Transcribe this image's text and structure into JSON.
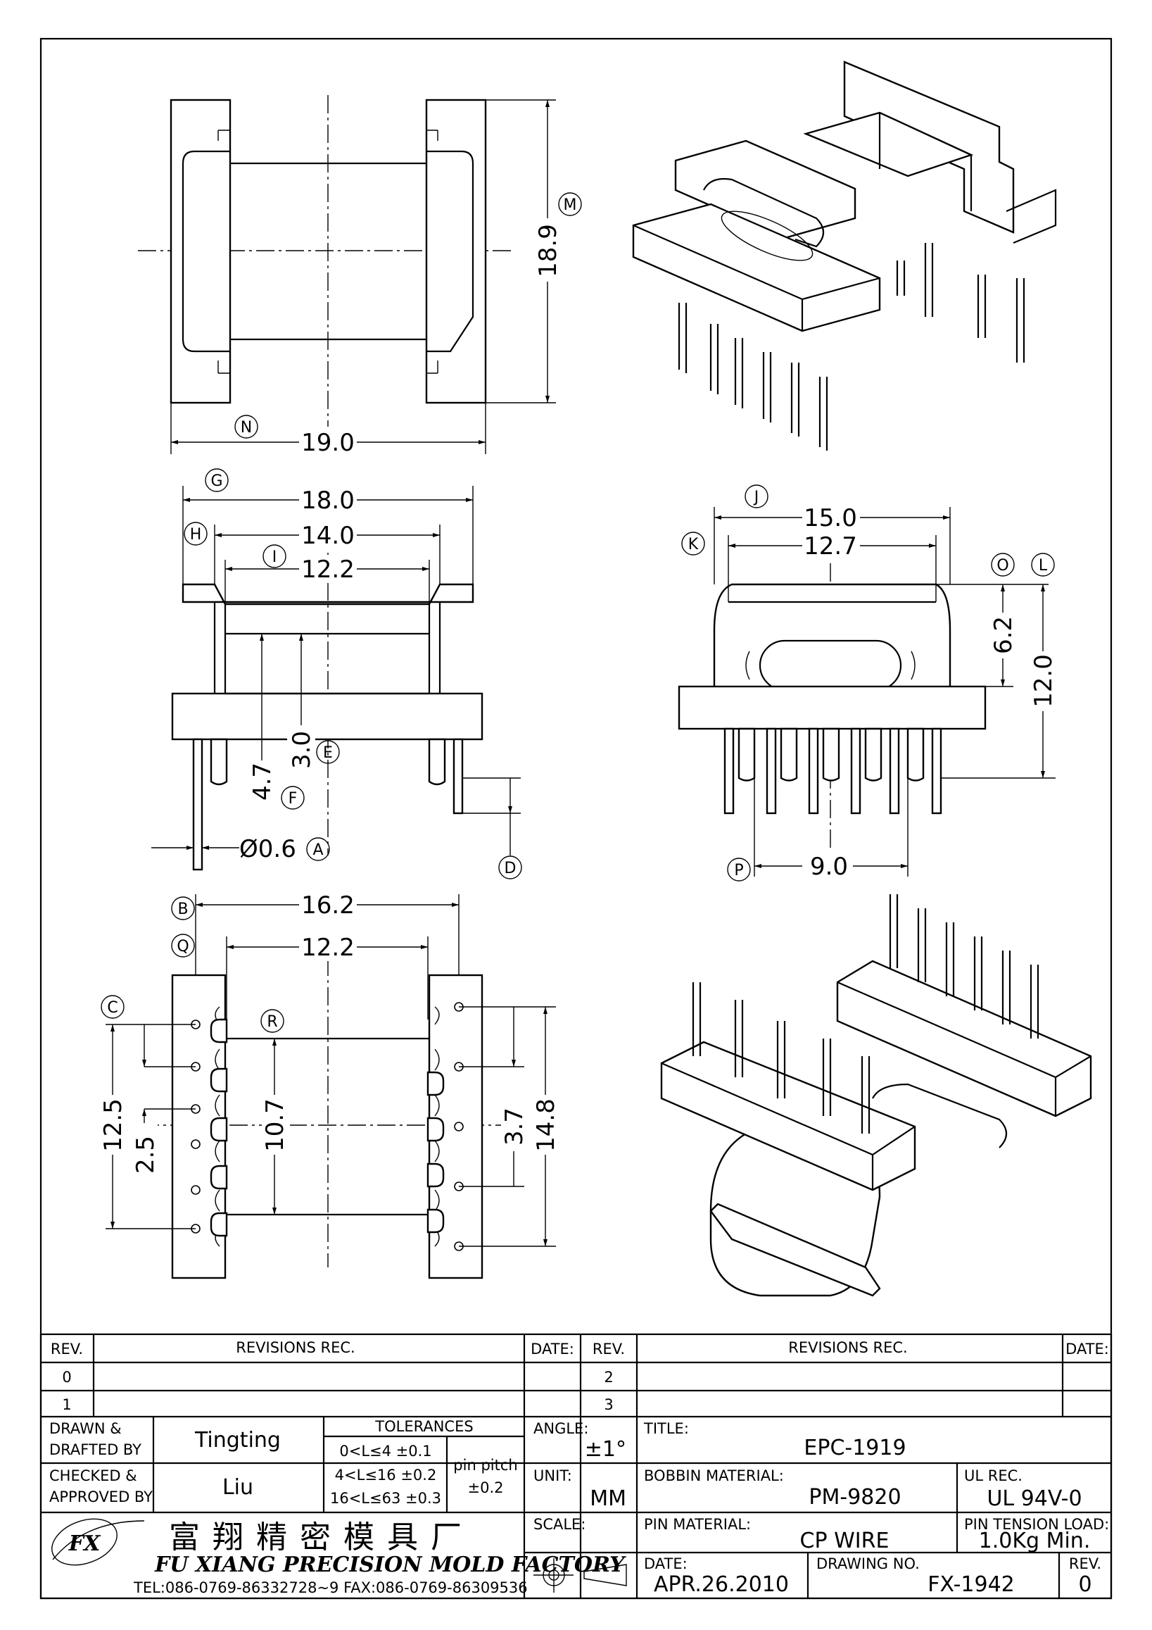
{
  "top_view": {
    "width": "19.0",
    "height": "18.9",
    "callouts": [
      "N",
      "M"
    ]
  },
  "side_view": {
    "dims": {
      "G": "18.0",
      "H": "14.0",
      "I": "12.2",
      "E": "3.0",
      "F": "4.7",
      "A": "Ø0.6"
    },
    "callouts": [
      "G",
      "H",
      "I",
      "E",
      "F",
      "A",
      "D"
    ]
  },
  "front_view": {
    "dims": {
      "J": "15.0",
      "K": "12.7",
      "O": "6.2",
      "L": "12.0",
      "P": "9.0"
    },
    "callouts": [
      "J",
      "K",
      "O",
      "L",
      "P"
    ]
  },
  "bottom_view": {
    "dims": {
      "B": "16.2",
      "Q": "12.2",
      "C": "12.5",
      "S": "2.5",
      "R": "10.7",
      "T": "3.7",
      "U": "14.8"
    },
    "callouts": [
      "B",
      "Q",
      "C",
      "R"
    ]
  },
  "revisions": {
    "rev_header": "REV.",
    "rec_header": "REVISIONS   REC.",
    "date_header": "DATE:",
    "left_revs": [
      "0",
      "1"
    ],
    "right_revs": [
      "2",
      "3"
    ]
  },
  "title_block": {
    "drawn_label": "DRAWN &\nDRAFTED BY",
    "drawn_by": "Tingting",
    "checked_label": "CHECKED &\nAPPROVED BY",
    "checked_by": "Liu",
    "tolerances_label": "TOLERANCES",
    "tol_rows": [
      "0<L≤4   ±0.1",
      "4<L≤16  ±0.2",
      "16<L≤63  ±0.3"
    ],
    "pin_pitch_label": "pin pitch",
    "pin_pitch_value": "±0.2",
    "angle_label": "ANGLE:",
    "angle_value": "±1°",
    "unit_label": "UNIT:",
    "unit_value": "MM",
    "scale_label": "SCALE:",
    "title_label": "TITLE:",
    "title_value": "EPC-1919",
    "bobbin_label": "BOBBIN MATERIAL:",
    "bobbin_value": "PM-9820",
    "ul_label": "UL REC.",
    "ul_value": "UL 94V-0",
    "pin_material_label": "PIN MATERIAL:",
    "pin_material_value": "CP WIRE",
    "pin_tension_label": "PIN TENSION LOAD:",
    "pin_tension_value": "1.0Kg Min.",
    "date_label": "DATE:",
    "date_value": "APR.26.2010",
    "drawing_no_label": "DRAWING NO.",
    "drawing_no_value": "FX-1942",
    "rev_label": "REV.",
    "rev_value": "0",
    "company_cn": "富翔精密模具厂",
    "company_en": "FU XIANG PRECISION MOLD FACTORY",
    "contact": "TEL:086-0769-86332728~9  FAX:086-0769-86309536",
    "logo": "FX"
  }
}
